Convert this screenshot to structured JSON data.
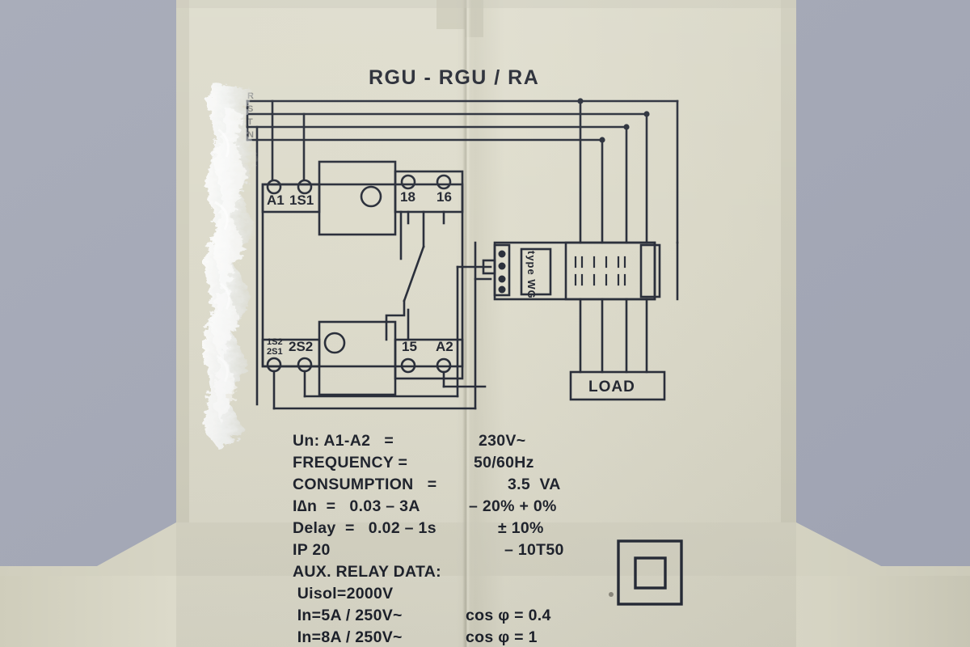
{
  "device": {
    "title": "RGU - RGU / RA",
    "body_color": "#d9d7c6",
    "background_color": "#a7abb9",
    "ink_color": "#20242e"
  },
  "diagram": {
    "phase_labels": [
      "R",
      "S",
      "T",
      "N"
    ],
    "terminals_top": [
      {
        "name": "A1"
      },
      {
        "name": "1S1"
      },
      {
        "name": "18"
      },
      {
        "name": "16"
      }
    ],
    "terminals_bottom": [
      {
        "name": "1S2",
        "name2": "2S1"
      },
      {
        "name": "2S2"
      },
      {
        "name": "15"
      },
      {
        "name": "A2"
      }
    ],
    "ct_label": "type WG",
    "load_label": "LOAD",
    "class_symbol": "double-square"
  },
  "specs": [
    {
      "left": "Un: A1-A2   =",
      "right": "230V~"
    },
    {
      "left": "FREQUENCY =",
      "right": "50/60Hz"
    },
    {
      "left": "CONSUMPTION   =",
      "right": "3.5  VA"
    },
    {
      "left": "I∆n  =   0.03 – 3A",
      "right": "– 20% + 0%"
    },
    {
      "left": "Delay  =   0.02 – 1s",
      "right": "± 10%"
    },
    {
      "left": "IP 20",
      "right": "– 10T50"
    },
    {
      "left": "AUX. RELAY DATA:",
      "right": ""
    },
    {
      "left": " Uisol=2000V",
      "right": ""
    },
    {
      "left": " In=5A / 250V~",
      "right": "cos φ = 0.4"
    },
    {
      "left": " In=8A / 250V~",
      "right": "cos φ = 1"
    }
  ]
}
